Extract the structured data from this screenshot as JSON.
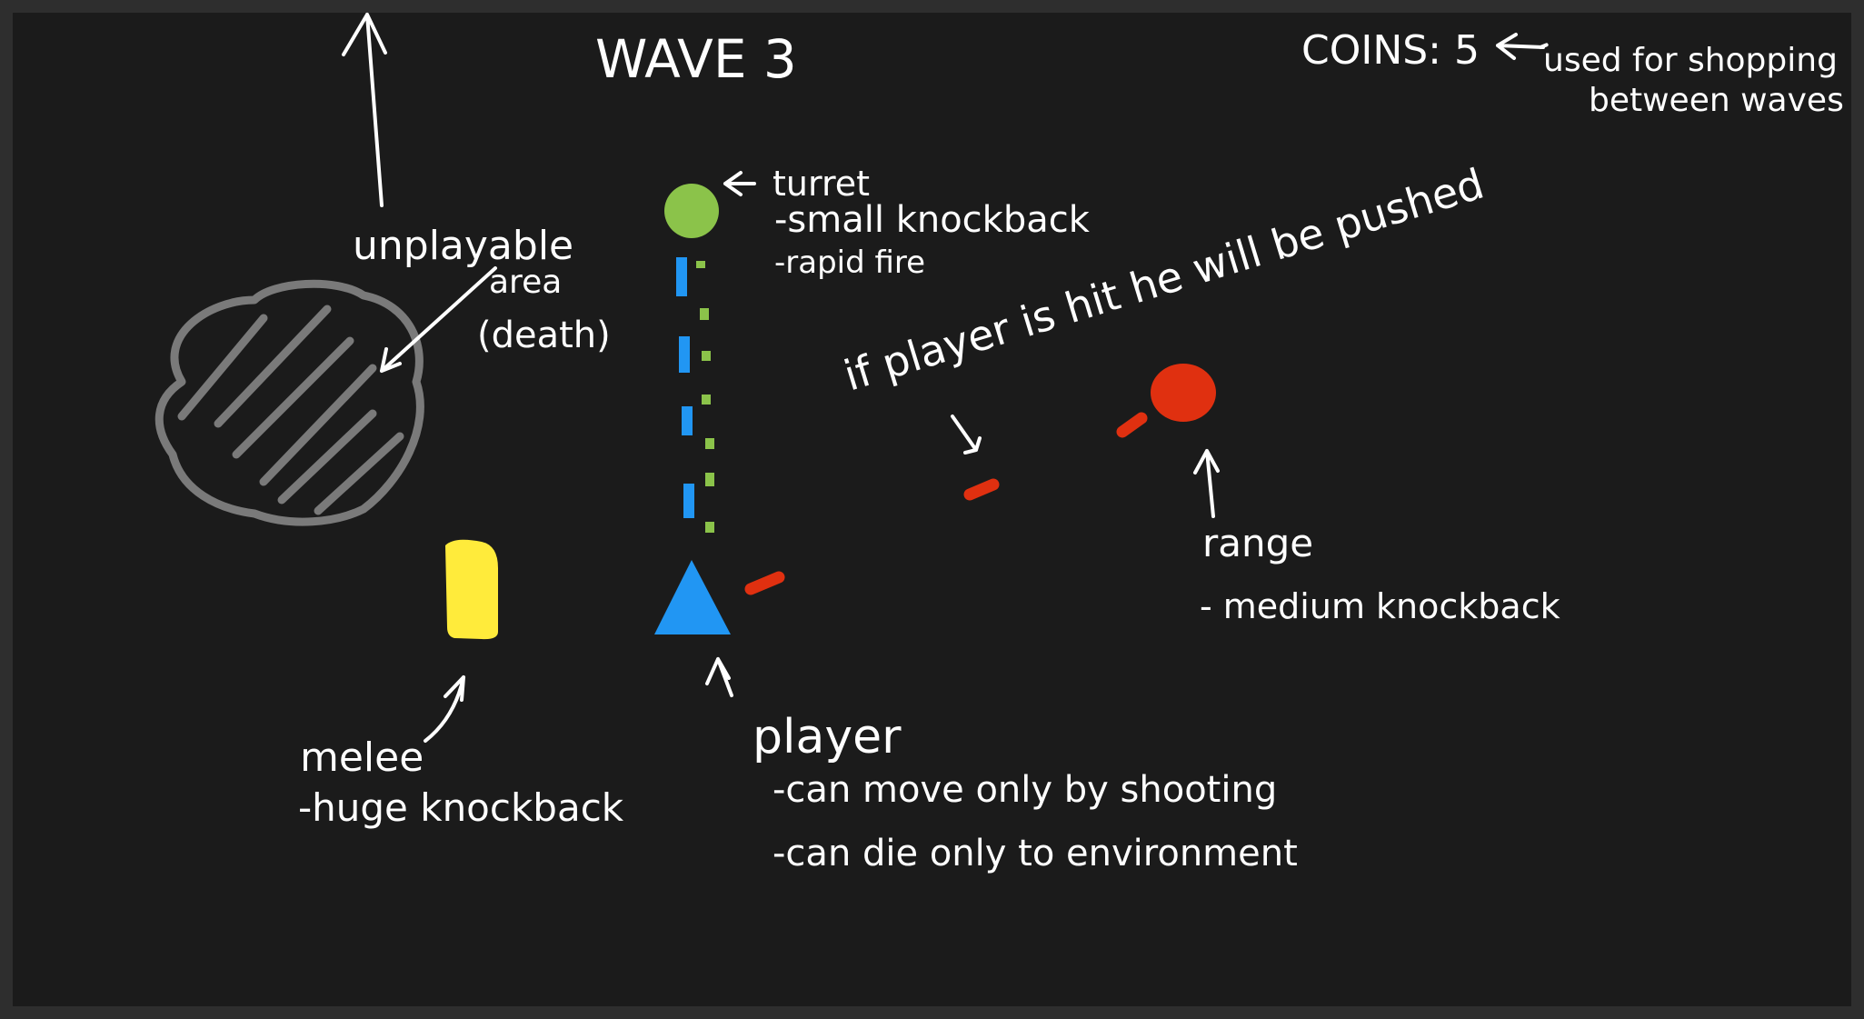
{
  "hud": {
    "wave_label": "WAVE 3",
    "coins_label": "COINS:",
    "coins_value": "5",
    "coins_note_line1": "used for shopping",
    "coins_note_line2": "between waves"
  },
  "hazard": {
    "label_line1": "unplayable",
    "label_line2": "area",
    "label_line3": "(death)"
  },
  "turret": {
    "title": "turret",
    "traits": [
      "-small knockback",
      "-rapid fire"
    ]
  },
  "knockback_note": "if player is hit he will be pushed",
  "range_enemy": {
    "title": "range",
    "traits": [
      "- medium knockback"
    ]
  },
  "melee_enemy": {
    "title": "melee",
    "traits": [
      "-huge knockback"
    ]
  },
  "player": {
    "title": "player",
    "traits": [
      "-can move only by shooting",
      "-can die only to environment"
    ]
  },
  "colors": {
    "background": "#1b1b1b",
    "frame": "#2e2e2e",
    "text": "#ffffff",
    "hazard": "#7a7a7a",
    "turret": "#8bc34a",
    "player": "#2196f3",
    "range_enemy": "#e03010",
    "melee_enemy": "#ffeb3b"
  }
}
